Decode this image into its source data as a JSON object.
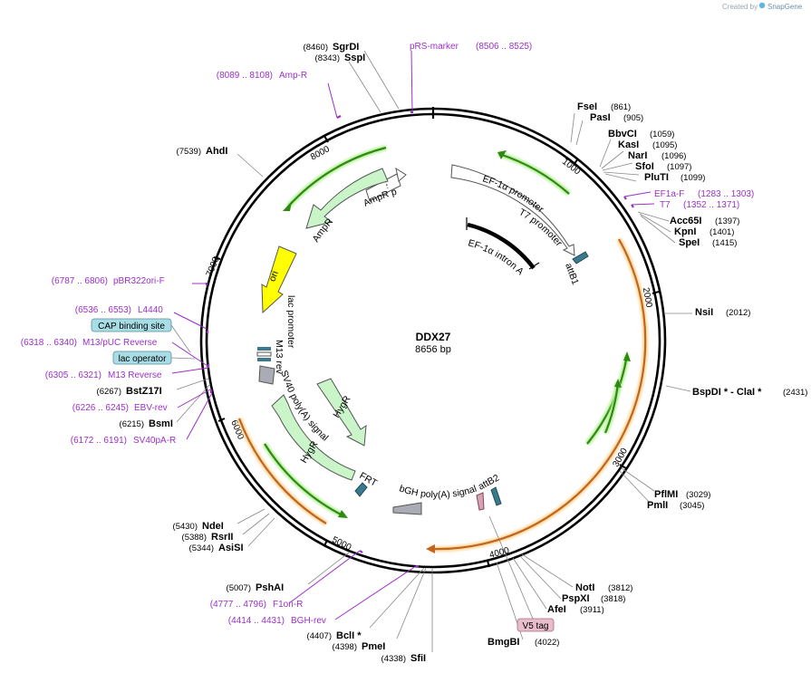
{
  "credit": {
    "prefix": "Created by",
    "brand": "SnapGene"
  },
  "plasmid": {
    "name": "DDX27",
    "size_label": "8656 bp"
  },
  "ticks": [
    "1000",
    "2000",
    "3000",
    "4000",
    "5000",
    "6000",
    "7000",
    "8000"
  ],
  "sites": [
    {
      "name": "SgrDI",
      "pos": "(8460)"
    },
    {
      "name": "SspI",
      "pos": "(8343)"
    },
    {
      "name": "AhdI",
      "pos": "(7539)"
    },
    {
      "name": "FseI",
      "pos": "(861)"
    },
    {
      "name": "PasI",
      "pos": "(905)"
    },
    {
      "name": "BbvCI",
      "pos": "(1059)"
    },
    {
      "name": "KasI",
      "pos": "(1095)"
    },
    {
      "name": "NarI",
      "pos": "(1096)"
    },
    {
      "name": "SfoI",
      "pos": "(1097)"
    },
    {
      "name": "PluTI",
      "pos": "(1099)"
    },
    {
      "name": "Acc65I",
      "pos": "(1397)"
    },
    {
      "name": "KpnI",
      "pos": "(1401)"
    },
    {
      "name": "SpeI",
      "pos": "(1415)"
    },
    {
      "name": "NsiI",
      "pos": "(2012)"
    },
    {
      "name": "BspDI * - ClaI *",
      "pos": "(2431)"
    },
    {
      "name": "PflMI",
      "pos": "(3029)"
    },
    {
      "name": "PmlI",
      "pos": "(3045)"
    },
    {
      "name": "NotI",
      "pos": "(3812)"
    },
    {
      "name": "PspXI",
      "pos": "(3818)"
    },
    {
      "name": "AfeI",
      "pos": "(3911)"
    },
    {
      "name": "BmgBI",
      "pos": "(4022)"
    },
    {
      "name": "SfiI",
      "pos": "(4338)"
    },
    {
      "name": "PmeI",
      "pos": "(4398)"
    },
    {
      "name": "BclI *",
      "pos": "(4407)"
    },
    {
      "name": "PshAI",
      "pos": "(5007)"
    },
    {
      "name": "AsiSI",
      "pos": "(5344)"
    },
    {
      "name": "RsrII",
      "pos": "(5388)"
    },
    {
      "name": "NdeI",
      "pos": "(5430)"
    },
    {
      "name": "BsmI",
      "pos": "(6215)"
    },
    {
      "name": "BstZ17I",
      "pos": "(6267)"
    }
  ],
  "primers": [
    {
      "name": "pRS-marker",
      "range": "(8506 .. 8525)"
    },
    {
      "name": "Amp-R",
      "range": "(8089 .. 8108)"
    },
    {
      "name": "EF1a-F",
      "range": "(1283 .. 1303)"
    },
    {
      "name": "T7",
      "range": "(1352 .. 1371)"
    },
    {
      "name": "pBR322ori-F",
      "range": "(6787 .. 6806)"
    },
    {
      "name": "L4440",
      "range": "(6536 .. 6553)"
    },
    {
      "name": "M13/pUC Reverse",
      "range": "(6318 .. 6340)"
    },
    {
      "name": "M13 Reverse",
      "range": "(6305 .. 6321)"
    },
    {
      "name": "EBV-rev",
      "range": "(6226 .. 6245)"
    },
    {
      "name": "SV40pA-R",
      "range": "(6172 .. 6191)"
    },
    {
      "name": "F1ori-R",
      "range": "(4777 .. 4796)"
    },
    {
      "name": "BGH-rev",
      "range": "(4414 .. 4431)"
    }
  ],
  "boxed_features": [
    {
      "name": "CAP binding site",
      "color": "#a8dde6"
    },
    {
      "name": "lac operator",
      "color": "#a8dde6"
    },
    {
      "name": "V5 tag",
      "color": "#e7bccb"
    }
  ],
  "features": {
    "ampr_promoter": "AmpR promoter",
    "ampr": "AmpR",
    "ori": "ori",
    "ef1a_promoter": "EF-1α promoter",
    "t7_promoter": "T7 promoter",
    "attb1": "attB1",
    "ef1a_intron": "EF-1α intron A",
    "lac_promoter": "lac promoter",
    "m13_rev": "M13 rev",
    "sv40_polya": "SV40 poly(A) signal",
    "hygr_1": "HygR",
    "hygr_2": "HygR",
    "frt": "FRT",
    "bgh_polya": "bGH poly(A) signal",
    "attb2": "attB2"
  },
  "colors": {
    "primer": "#9b30c8",
    "orf_green": "#2f8a12",
    "orf_orange": "#c0661d",
    "resistance_fill": "#c9f5c9",
    "ori_fill": "#ffff00",
    "promoter_fill": "#ffffff",
    "polya_fill": "#a9acb4"
  }
}
